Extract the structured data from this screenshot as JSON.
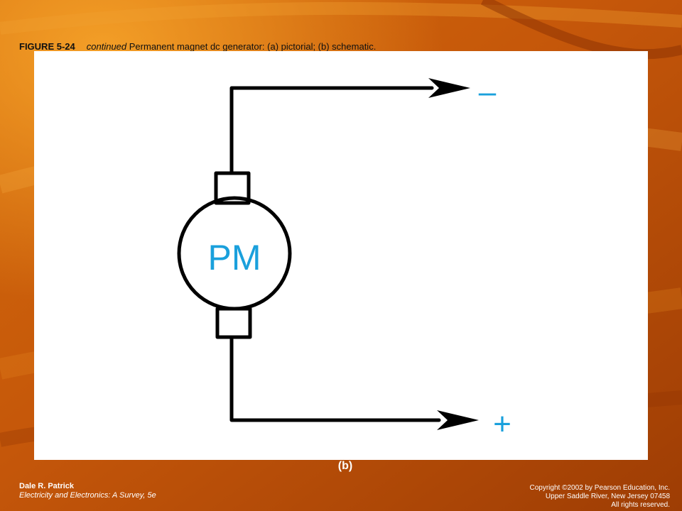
{
  "slide": {
    "figure_number": "FIGURE 5-24",
    "figure_caption_italic": "continued",
    "figure_caption": "Permanent magnet dc generator: (a) pictorial; (b) schematic.",
    "panel_label": "(b)"
  },
  "diagram": {
    "motor_label": "PM",
    "terminal_negative": "–",
    "terminal_positive": "+",
    "label_color": "#1aa0dc",
    "line_color": "#000000"
  },
  "footer": {
    "author": "Dale R. Patrick",
    "book": "Electricity and Electronics: A Survey, 5e",
    "copyright_lines": [
      "Copyright ©2002 by Pearson Education, Inc.",
      "Upper Saddle River, New Jersey 07458",
      "All rights reserved."
    ]
  },
  "colors": {
    "background_dark": "#b34a04",
    "background_light": "#f39a1c"
  }
}
